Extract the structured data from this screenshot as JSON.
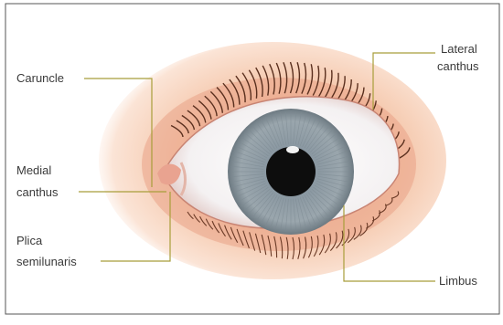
{
  "labels": {
    "caruncle": "Caruncle",
    "medial_canthus_line1": "Medial",
    "medial_canthus_line2": "canthus",
    "plica_line1": "Plica",
    "plica_line2": "semilunaris",
    "lateral_canthus_line1": "Lateral",
    "lateral_canthus_line2": "canthus",
    "limbus": "Limbus"
  },
  "colors": {
    "leader_line": "#a89e3a",
    "skin": "#f3c3a6",
    "sclera": "#ffffff",
    "iris": "#8e9ba3",
    "pupil": "#0d0d0d",
    "lashes": "#5a2f1e",
    "frame_border": "#555555"
  }
}
